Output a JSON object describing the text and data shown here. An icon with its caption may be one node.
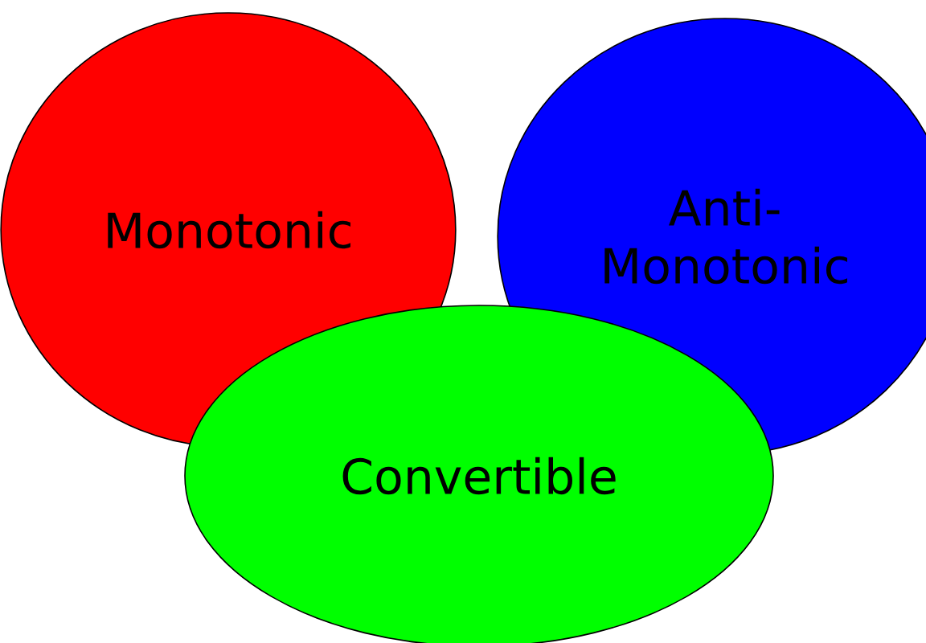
{
  "diagram": {
    "nodes": [
      {
        "text": [
          "Monotonic"
        ]
      },
      {
        "text": [
          "Anti- Monotonic"
        ]
      },
      {
        "text": [
          "Convertible"
        ]
      }
    ]
  }
}
